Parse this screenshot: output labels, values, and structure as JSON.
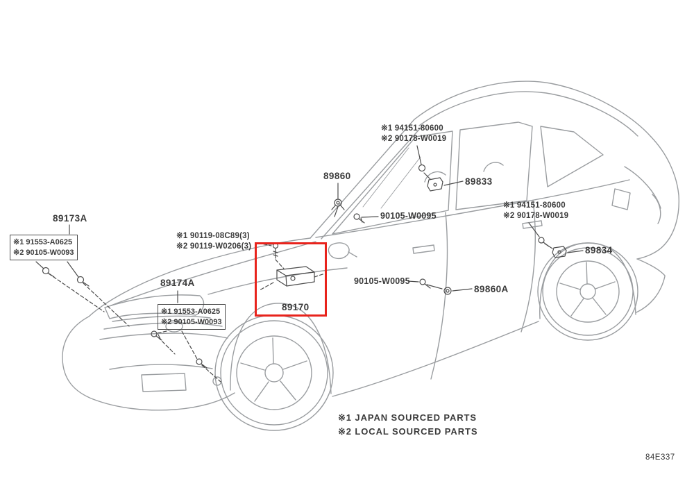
{
  "figure_code": "84E337",
  "highlight": {
    "color": "#e8231c",
    "part": "89170"
  },
  "notes": {
    "japan": "※1 JAPAN SOURCED PARTS",
    "local": "※2 LOCAL SOURCED PARTS"
  },
  "parts": {
    "p89173A": {
      "label": "89173A",
      "alt1": "※1 91553-A0625",
      "alt2": "※2 90105-W0093"
    },
    "p89174A": {
      "label": "89174A",
      "alt1": "※1 91553-A0625",
      "alt2": "※2 90105-W0093"
    },
    "p90119": {
      "alt1": "※1 90119-08C89(3)",
      "alt2": "※2 90119-W0206(3)"
    },
    "p89860": {
      "label": "89860"
    },
    "p94151_top": {
      "alt1": "※1 94151-80600",
      "alt2": "※2 90178-W0019"
    },
    "p89833": {
      "label": "89833"
    },
    "p90105_upper": {
      "label": "90105-W0095"
    },
    "p94151_right": {
      "alt1": "※1 94151-80600",
      "alt2": "※2 90178-W0019"
    },
    "p89834": {
      "label": "89834"
    },
    "p90105_lower": {
      "label": "90105-W0095"
    },
    "p89860A": {
      "label": "89860A"
    },
    "p89170": {
      "label": "89170"
    }
  }
}
